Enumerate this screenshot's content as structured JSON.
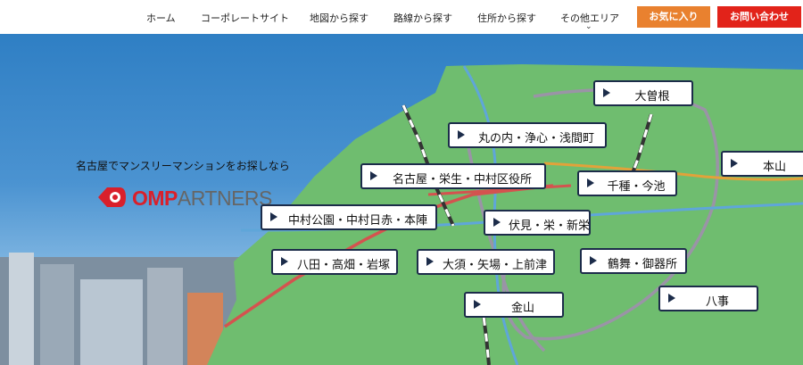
{
  "nav": {
    "items": [
      {
        "label": "ホーム"
      },
      {
        "label": "コーポレートサイト"
      },
      {
        "label": "地図から探す"
      },
      {
        "label": "路線から探す"
      },
      {
        "label": "住所から探す"
      },
      {
        "label": "その他エリア"
      }
    ],
    "favorites_label": "お気に入り",
    "contact_label": "お問い合わせ",
    "colors": {
      "favorites": "#e9812f",
      "contact": "#e2231a"
    }
  },
  "hero": {
    "tagline": "名古屋でマンスリーマンションをお探しなら",
    "logo": {
      "brand": "OMP",
      "suffix": "ARTNERS"
    }
  },
  "areas": [
    {
      "label": "大曽根"
    },
    {
      "label": "丸の内・浄心・浅間町"
    },
    {
      "label": "本山"
    },
    {
      "label": "名古屋・栄生・中村区役所"
    },
    {
      "label": "千種・今池"
    },
    {
      "label": "中村公園・中村日赤・本陣"
    },
    {
      "label": "伏見・栄・新栄"
    },
    {
      "label": "八田・高畑・岩塚"
    },
    {
      "label": "大須・矢場・上前津"
    },
    {
      "label": "鶴舞・御器所"
    },
    {
      "label": "八事"
    },
    {
      "label": "金山"
    }
  ],
  "map_colors": {
    "land": "#6fbd6f",
    "line_gray": "#9a94a6",
    "line_blue": "#5fa6d9",
    "line_red": "#d4534f",
    "line_orange": "#e2a23a"
  }
}
